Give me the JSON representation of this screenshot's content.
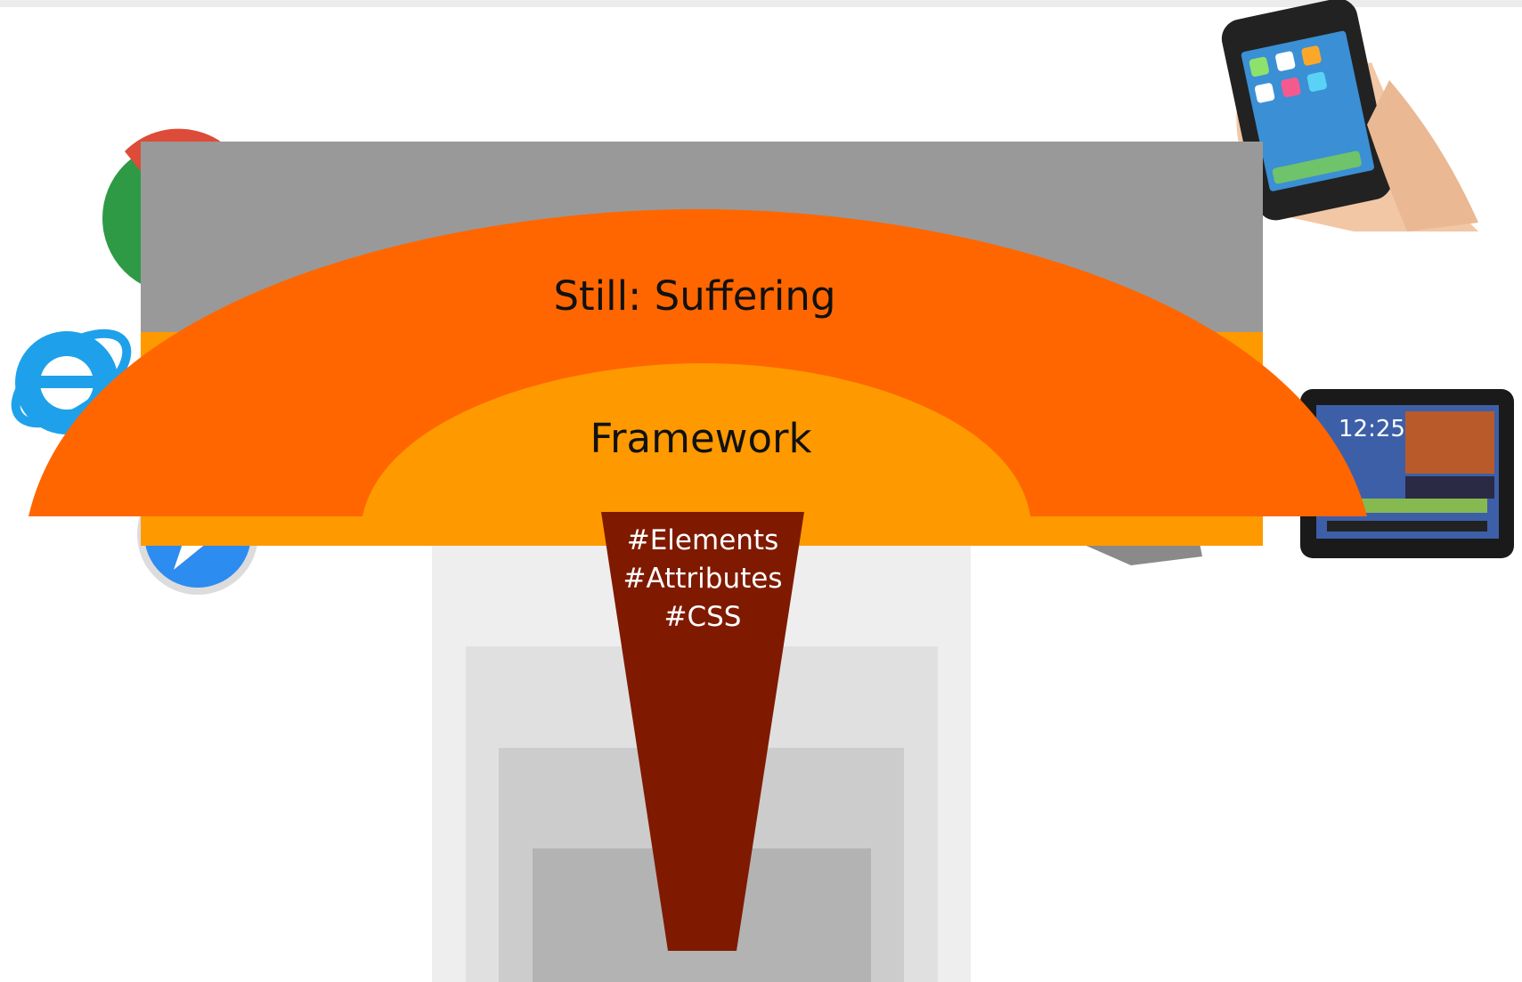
{
  "diagram": {
    "outer_layer_label": "Still: Suffering",
    "middle_layer_label": "Framework",
    "core_labels": [
      "#Elements",
      "#Attributes",
      "#CSS"
    ]
  },
  "icons": {
    "top_left_browser": "chrome-browser-icon",
    "left_browser": "internet-explorer-icon",
    "bottom_left_browser": "safari-browser-icon",
    "top_right_device": "smartphone-in-hand-icon",
    "right_device": "tablet-device-icon",
    "mid_right_device": "laptop-icon"
  },
  "colors": {
    "outer_layer": "#ff6600",
    "middle_layer": "#ff9900",
    "core": "#7f1a00",
    "gray_band": "#999999"
  }
}
